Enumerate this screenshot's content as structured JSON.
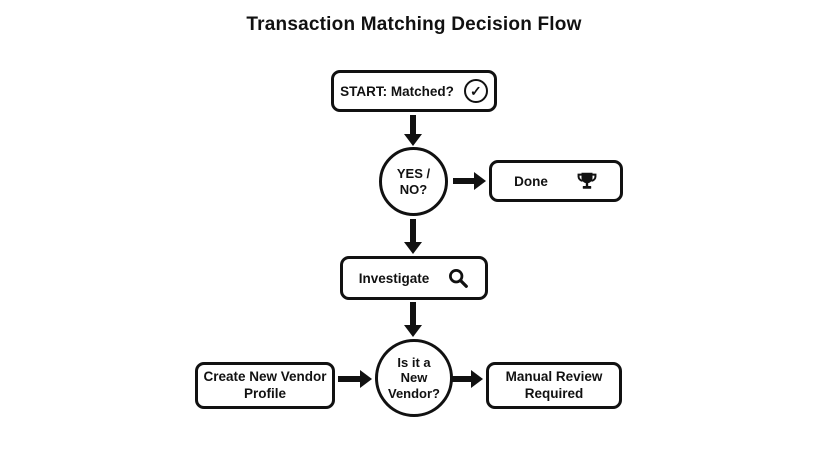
{
  "title": "Transaction Matching Decision Flow",
  "nodes": {
    "start": {
      "label": "START: Matched?",
      "icon": "check-circle-icon"
    },
    "yes_no": {
      "lines": [
        "YES /",
        "NO?"
      ]
    },
    "done": {
      "label": "Done",
      "icon": "trophy-icon"
    },
    "investigate": {
      "label": "Investigate",
      "icon": "magnifier-icon"
    },
    "new_vendor": {
      "lines": [
        "Is it a",
        "New",
        "Vendor?"
      ]
    },
    "create_vendor": {
      "lines": [
        "Create New Vendor",
        "Profile"
      ]
    },
    "manual_review": {
      "lines": [
        "Manual Review",
        "Required"
      ]
    }
  },
  "icons": {
    "check_glyph": "✓"
  },
  "colors": {
    "ink": "#111111",
    "background": "#ffffff"
  }
}
